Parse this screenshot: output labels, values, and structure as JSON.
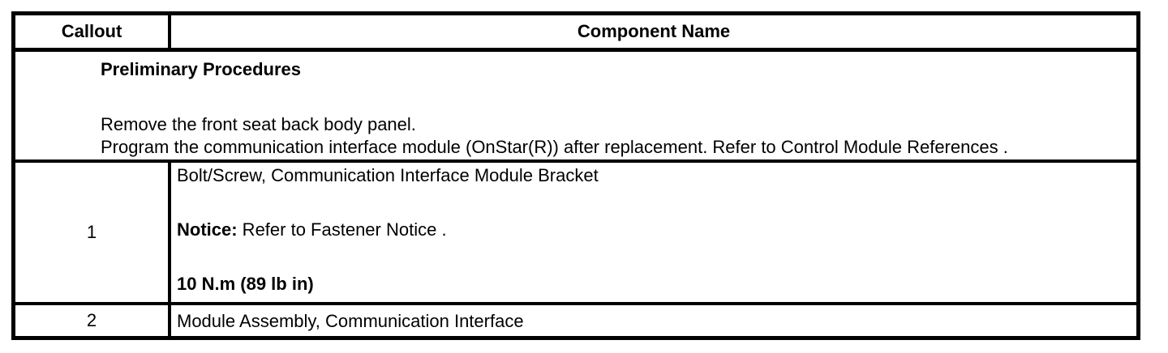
{
  "table": {
    "header": {
      "callout": "Callout",
      "component_name": "Component Name"
    },
    "preliminary": {
      "title": "Preliminary Procedures",
      "lines": [
        "Remove the front seat back body panel.",
        "Program the communication interface module (OnStar(R)) after replacement. Refer to Control Module References ."
      ]
    },
    "rows": [
      {
        "callout": "1",
        "component": "Bolt/Screw, Communication Interface Module Bracket",
        "notice_label": "Notice:",
        "notice_text": " Refer to Fastener Notice .",
        "torque": "10 N.m (89 lb in)"
      },
      {
        "callout": "2",
        "component": "Module Assembly, Communication Interface"
      }
    ],
    "colors": {
      "border": "#000000",
      "background": "#ffffff",
      "text": "#000000"
    }
  }
}
